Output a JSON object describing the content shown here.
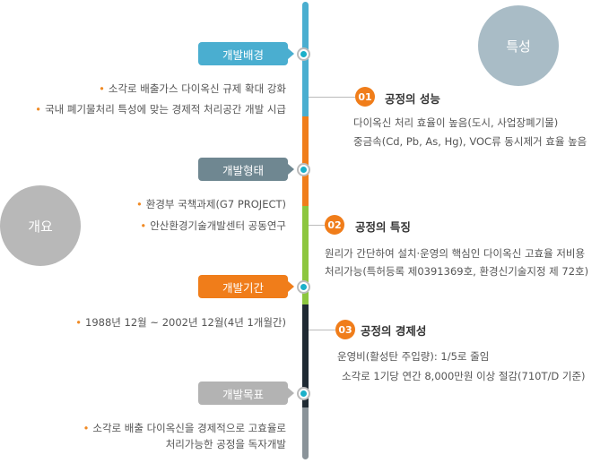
{
  "circles": {
    "features": "특성",
    "overview": "개요"
  },
  "left": {
    "sections": [
      {
        "tag": "개발배경",
        "color": "#4aaed0",
        "items": [
          "소각로 배출가스 다이옥신 규제 확대 강화",
          "국내 폐기물처리 특성에 맞는 경제적 처리공간 개발 시급"
        ]
      },
      {
        "tag": "개발형태",
        "color": "#6f8791",
        "items": [
          "환경부 국책과제(G7 PROJECT)",
          "안산환경기술개발센터 공동연구"
        ]
      },
      {
        "tag": "개발기간",
        "color": "#f07d1a",
        "items": [
          "1988년 12월 ~ 2002년 12월(4년 1개월간)"
        ]
      },
      {
        "tag": "개발목표",
        "color": "#b3b3b3",
        "items": [
          "소각로 배출 다이옥신을 경제적으로 고효율로",
          "처리가능한 공정을 독자개발"
        ]
      }
    ]
  },
  "right": {
    "items": [
      {
        "num": "01",
        "title": "공정의 성능",
        "lines": [
          "다이옥신 처리 효율이 높음(도시, 사업장폐기물)",
          "중금속(Cd, Pb, As, Hg), VOC류 동시제거 효율 높음"
        ]
      },
      {
        "num": "02",
        "title": "공정의 특징",
        "lines": [
          "원리가 간단하여 설치·운영의 핵심인 다이옥신 고효율 저비용",
          "처리가능(특허등록 제0391369호, 환경신기술지정 제 72호)"
        ]
      },
      {
        "num": "03",
        "title": "공정의 경제성",
        "lines": [
          "운영비(활성탄 주입량): 1/5로 줄임",
          "소각로 1기당 연간 8,000만원 이상 절감(710T/D 기준)"
        ]
      }
    ]
  },
  "timeline_colors": [
    "#4aaed0",
    "#f07d1a",
    "#8cc63f",
    "#1f2a33",
    "#8a9399"
  ]
}
